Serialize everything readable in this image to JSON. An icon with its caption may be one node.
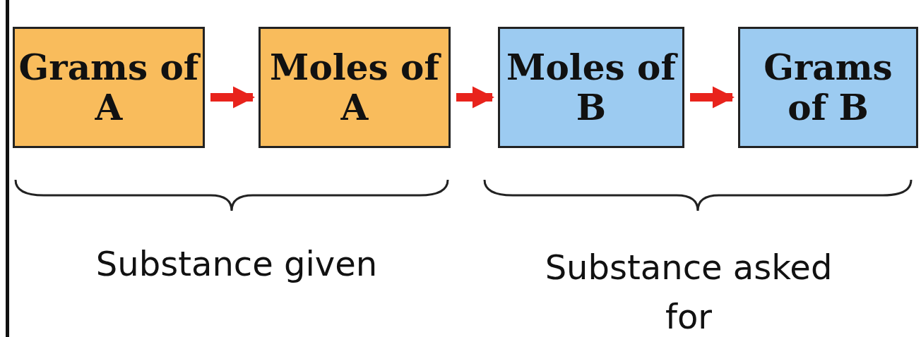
{
  "diagram": {
    "nodes": [
      {
        "text": [
          "Grams of A"
        ]
      },
      {
        "text": [
          "Moles of A"
        ]
      },
      {
        "text": [
          "Moles of B"
        ]
      },
      {
        "text": [
          "Grams of B"
        ]
      }
    ],
    "edges": [
      {
        "from": 0,
        "to": 1,
        "arrow": "to"
      },
      {
        "from": 1,
        "to": 2,
        "arrow": "to"
      },
      {
        "from": 2,
        "to": 3,
        "arrow": "to"
      }
    ],
    "labels": [
      "Substance given",
      "Substance asked for"
    ]
  }
}
